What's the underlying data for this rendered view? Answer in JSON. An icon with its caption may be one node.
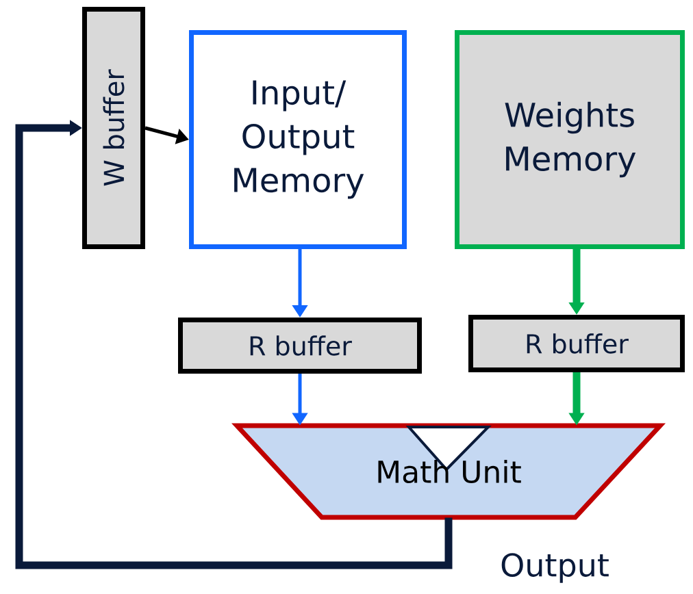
{
  "diagram": {
    "nodes": [
      {
        "text": [
          "W buffer"
        ]
      },
      {
        "text": [
          "Input/ Output Memory"
        ]
      },
      {
        "text": [
          "Weights Memory"
        ]
      },
      {
        "text": [
          "R buffer"
        ]
      },
      {
        "text": [
          "R buffer"
        ]
      },
      {
        "text": [
          "Math Unit"
        ]
      }
    ],
    "edges": [
      {
        "from": 0,
        "to": 1,
        "arrow": "to",
        "color": "#000000"
      },
      {
        "from": 1,
        "to": 3,
        "arrow": "to",
        "color": "#1166ff"
      },
      {
        "from": 3,
        "to": 5,
        "arrow": "to",
        "color": "#1166ff"
      },
      {
        "from": 2,
        "to": 4,
        "arrow": "to",
        "style": "thick",
        "color": "#00b050"
      },
      {
        "from": 4,
        "to": 5,
        "arrow": "to",
        "style": "thick",
        "color": "#00b050"
      },
      {
        "from": 5,
        "to": 0,
        "arrow": "to",
        "style": "thick",
        "color": "#0a1a3a",
        "label": "Output"
      }
    ]
  }
}
